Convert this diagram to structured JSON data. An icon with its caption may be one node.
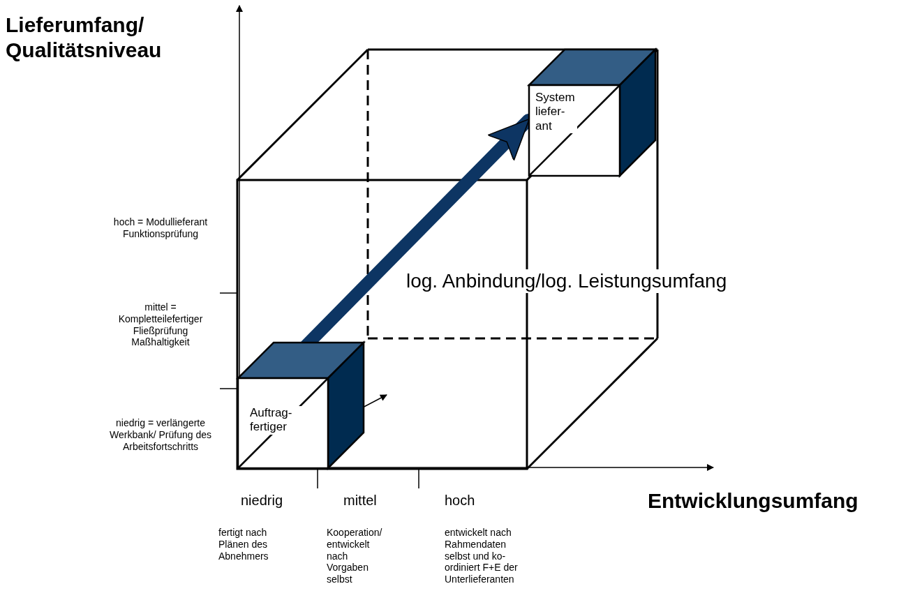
{
  "diagram": {
    "nodes": [
      {
        "text": [
          "Auftrag- fertiger"
        ]
      },
      {
        "text": [
          "System liefer- ant"
        ]
      }
    ],
    "edges": [
      {
        "from": 0,
        "to": 1,
        "arrow": "to"
      }
    ],
    "labels": [
      "Lieferumfang/ Qualitätsniveau",
      "hoch = Modullieferant Funktionsprüfung",
      "log. Anbindung/log. Leistungsumfang",
      "mittel = Kompletteilefertiger Fließprüfung Maßhaltigkeit",
      "niedrig = verlängerte Werkbank/ Prüfung des Arbeitsfortschritts",
      "niedrig",
      "mittel",
      "hoch",
      "Entwicklungsumfang",
      "fertigt nach Plänen des Abnehmers",
      "Kooperation/ entwickelt nach Vorgaben selbst",
      "entwickelt nach Rahmendaten selbst und ko- ordiniert F+E der Unterlieferanten"
    ]
  }
}
